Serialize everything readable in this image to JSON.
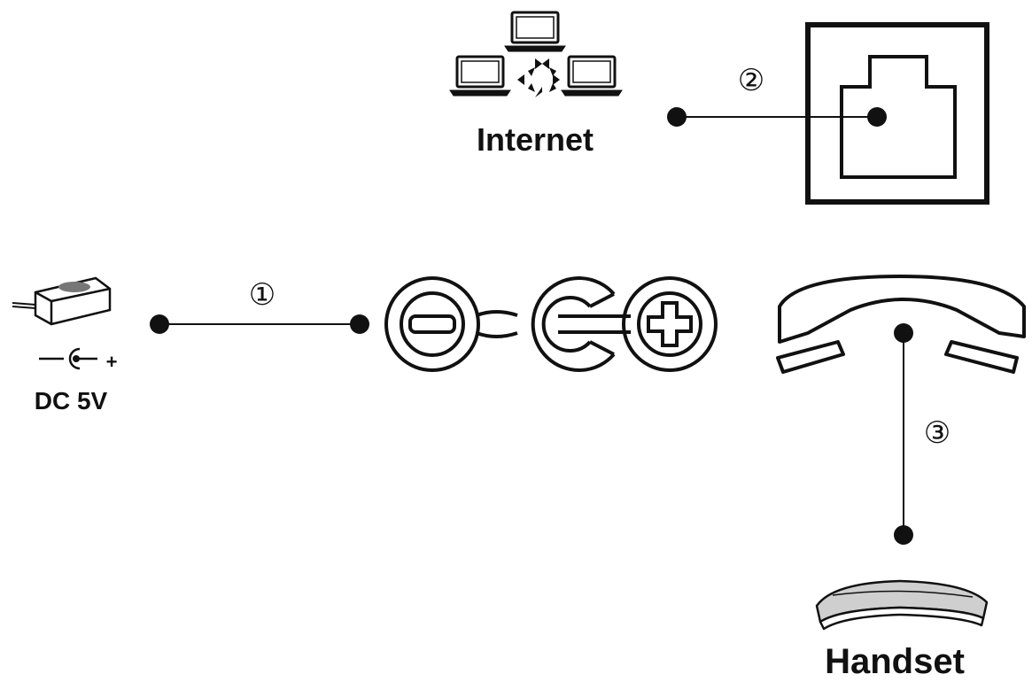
{
  "labels": {
    "internet": "Internet",
    "dc": "DC 5V",
    "handset": "Handset",
    "polarity_plus": "+"
  },
  "connections": [
    {
      "id": "power",
      "number": "①"
    },
    {
      "id": "network",
      "number": "②"
    },
    {
      "id": "handset",
      "number": "③"
    }
  ],
  "icons": {
    "network": "network-computers-icon",
    "jack": "ethernet-jack-icon",
    "adapter": "power-adapter-icon",
    "polarity": "dc-polarity-icon",
    "ports": "port-symbols-icon",
    "hook": "phone-hook-icon",
    "handset": "handset-icon"
  },
  "colors": {
    "ink": "#111111",
    "background": "#ffffff"
  }
}
